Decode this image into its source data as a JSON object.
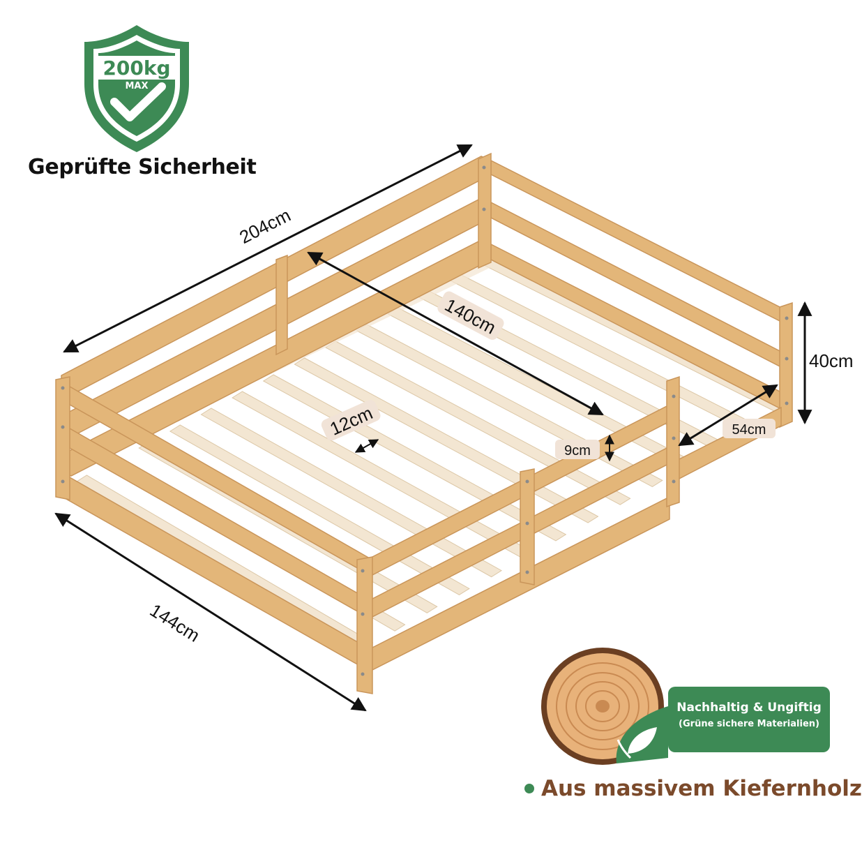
{
  "colors": {
    "wood": "#e3b679",
    "wood_dark": "#c9955a",
    "slat": "#f3e6d2",
    "badge_green": "#3d8a55",
    "material_text": "#7b4a2b",
    "chip": "#f1e3d7"
  },
  "safety_badge": {
    "icon": "shield-check-icon",
    "weight": "200kg",
    "max_label": "MAX",
    "caption": "Geprüfte Sicherheit"
  },
  "dimensions": {
    "length": "204cm",
    "width": "144cm",
    "inner_width": "140cm",
    "height": "40cm",
    "opening": "54cm",
    "rail_height": "9cm",
    "slat_gap": "12cm"
  },
  "wood_badge": {
    "icon": "leaf-icon",
    "title": "Nachhaltig & Ungiftig",
    "subtitle": "(Grüne sichere Materialien)"
  },
  "material_line": "Aus massivem Kiefernholz"
}
